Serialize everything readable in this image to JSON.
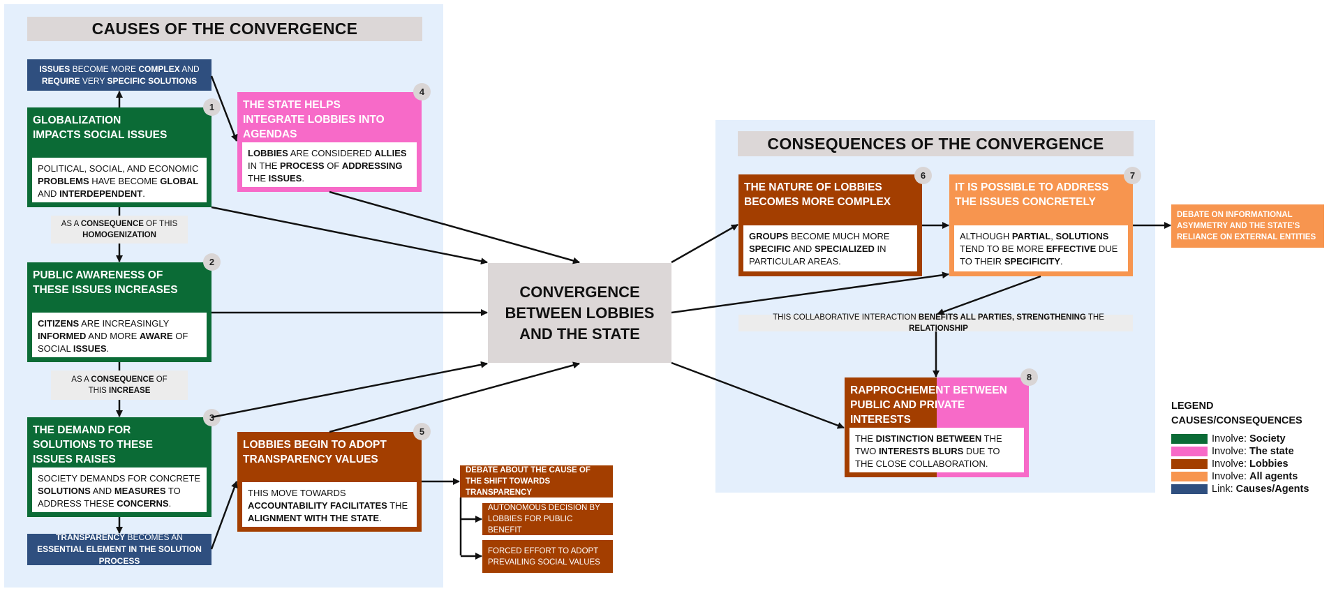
{
  "causes_title": "CAUSES OF THE CONVERGENCE",
  "consequences_title": "CONSEQUENCES OF THE CONVERGENCE",
  "issues_complex": {
    "p1": "ISSUES",
    "p2": " BECOME MORE ",
    "p3": "COMPLEX",
    "p4": " AND ",
    "p5": "REQUIRE",
    "p6": " VERY ",
    "p7": "SPECIFIC SOLUTIONS"
  },
  "card1": {
    "number": "1",
    "title": "GLOBALIZATION IMPACTS SOCIAL ISSUES",
    "b1": "POLITICAL, SOCIAL, AND ECONOMIC ",
    "b2": "PROBLEMS",
    "b3": " HAVE BECOME ",
    "b4": "GLOBAL",
    "b5": " AND ",
    "b6": "INTERDEPENDENT",
    "b7": "."
  },
  "label_homogenization": {
    "p1": "AS A ",
    "p2": "CONSEQUENCE",
    "p3": " OF THIS",
    "p4": "HOMOGENIZATION"
  },
  "card2": {
    "number": "2",
    "title": "PUBLIC AWARENESS OF THESE ISSUES INCREASES",
    "b1": "CITIZENS",
    "b2": " ARE INCREASINGLY ",
    "b3": "INFORMED",
    "b4": " AND MORE ",
    "b5": "AWARE",
    "b6": " OF SOCIAL ",
    "b7": "ISSUES",
    "b8": "."
  },
  "label_increase": {
    "p1": "AS A ",
    "p2": "CONSEQUENCE",
    "p3": " OF",
    "p4": "THIS ",
    "p5": "INCREASE"
  },
  "card3": {
    "number": "3",
    "title": "THE DEMAND FOR SOLUTIONS TO THESE ISSUES RAISES",
    "b1": "SOCIETY DEMANDS FOR CONCRETE ",
    "b2": "SOLUTIONS",
    "b3": " AND ",
    "b4": "MEASURES",
    "b5": " TO ADDRESS THESE ",
    "b6": "CONCERNS",
    "b7": "."
  },
  "transparency_essential": {
    "p1": "TRANSPARENCY",
    "p2": " BECOMES AN ",
    "p3": "ESSENTIAL ELEMENT IN THE SOLUTION PROCESS"
  },
  "card4": {
    "number": "4",
    "title": "THE STATE HELPS INTEGRATE LOBBIES INTO AGENDAS",
    "b1": "LOBBIES",
    "b2": " ARE CONSIDERED ",
    "b3": "ALLIES",
    "b4": " IN THE ",
    "b5": "PROCESS",
    "b6": " OF ",
    "b7": "ADDRESSING",
    "b8": " THE ",
    "b9": "ISSUES",
    "b10": "."
  },
  "card5": {
    "number": "5",
    "title": "LOBBIES BEGIN TO ADOPT TRANSPARENCY VALUES",
    "b1": "THIS MOVE TOWARDS ",
    "b2": "ACCOUNTABILITY FACILITATES",
    "b3": " THE ",
    "b4": "ALIGNMENT WITH THE STATE",
    "b5": "."
  },
  "debate_transparency": "DEBATE ABOUT THE CAUSE OF THE SHIFT TOWARDS TRANSPARENCY",
  "autonomous": "AUTONOMOUS DECISION BY LOBBIES FOR PUBLIC BENEFIT",
  "forced": "FORCED EFFORT TO ADOPT PREVAILING SOCIAL VALUES",
  "center": "CONVERGENCE BETWEEN LOBBIES AND THE STATE",
  "card6": {
    "number": "6",
    "title": "THE NATURE OF LOBBIES BECOMES MORE COMPLEX",
    "b1": "GROUPS",
    "b2": " BECOME MUCH MORE ",
    "b3": "SPECIFIC",
    "b4": " AND ",
    "b5": "SPECIALIZED",
    "b6": " IN PARTICULAR AREAS."
  },
  "card7": {
    "number": "7",
    "title": "IT IS POSSIBLE TO ADDRESS THE ISSUES CONCRETELY",
    "b1": "ALTHOUGH ",
    "b2": "PARTIAL",
    "b3": ", ",
    "b4": "SOLUTIONS",
    "b5": " TEND TO BE MORE ",
    "b6": "EFFECTIVE",
    "b7": " DUE TO THEIR ",
    "b8": "SPECIFICITY",
    "b9": "."
  },
  "debate_informational": "DEBATE ON INFORMATIONAL ASYMMETRY AND THE STATE'S RELIANCE ON EXTERNAL ENTITIES",
  "collab": {
    "p1": "THIS  COLLABORATIVE INTERACTION ",
    "p2": "BENEFITS ALL PARTIES, STRENGTHENING",
    "p3": " THE ",
    "p4": "RELATIONSHIP"
  },
  "card8": {
    "number": "8",
    "title": "RAPPROCHEMENT BETWEEN PUBLIC AND PRIVATE INTERESTS",
    "b1": "THE ",
    "b2": "DISTINCTION BETWEEN",
    "b3": " THE TWO ",
    "b4": "INTERESTS BLURS",
    "b5": " DUE TO THE CLOSE COLLABORATION."
  },
  "legend": {
    "title": "LEGEND\nCAUSES/CONSEQUENCES",
    "items": [
      {
        "prefix": "Involve:",
        "label": "Society",
        "color": "#0b6b36"
      },
      {
        "prefix": "Involve:",
        "label": "The state",
        "color": "#f76ac8"
      },
      {
        "prefix": "Involve:",
        "label": "Lobbies",
        "color": "#a33e00"
      },
      {
        "prefix": "Involve:",
        "label": "All agents",
        "color": "#f7954f"
      },
      {
        "prefix": "Link:",
        "label": "Causes/Agents",
        "color": "#2f4f7f"
      }
    ]
  }
}
